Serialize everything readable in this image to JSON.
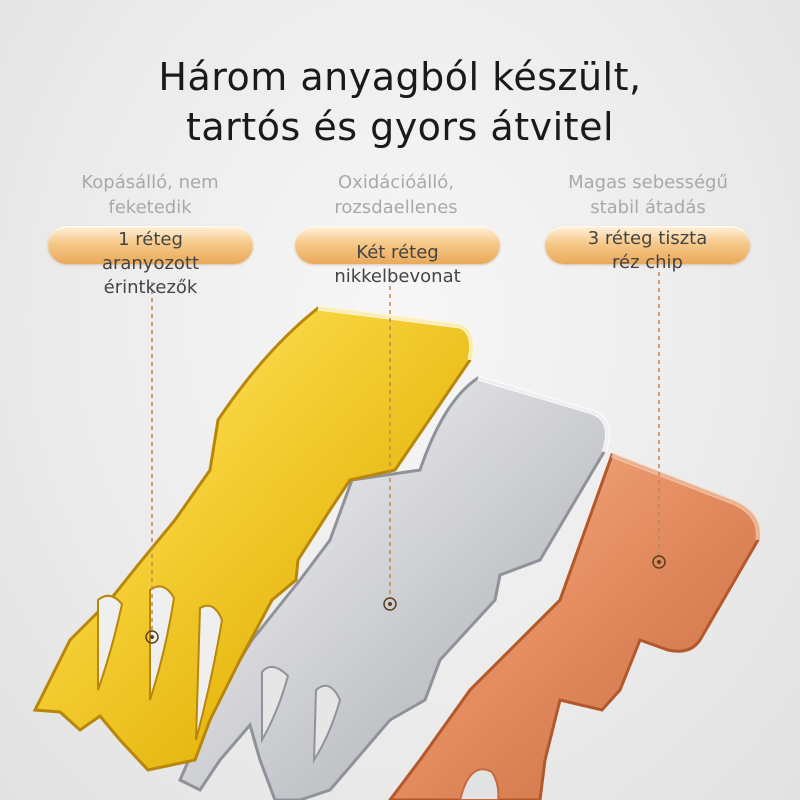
{
  "title": {
    "line1": "Három anyagból készült,",
    "line2": "tartós és gyors átvitel"
  },
  "columns": [
    {
      "feature_line1": "Kopásálló, nem",
      "feature_line2": "feketedik",
      "label_line1": "1 réteg",
      "label_line2": "aranyozott",
      "label_line3": "érintkezők",
      "material": "gold",
      "color": "#f2c21b"
    },
    {
      "feature_line1": "Oxidációálló,",
      "feature_line2": "rozsdaellenes",
      "label_line1": "Két réteg",
      "label_line2": "nikkelbevonat",
      "material": "nickel",
      "color": "#d9dadd"
    },
    {
      "feature_line1": "Magas sebességű",
      "feature_line2": "stabil átadás",
      "label_line1": "3 réteg tiszta",
      "label_line2": "réz chip",
      "material": "copper",
      "color": "#e9946a"
    }
  ],
  "accent_color": "#f0b867"
}
